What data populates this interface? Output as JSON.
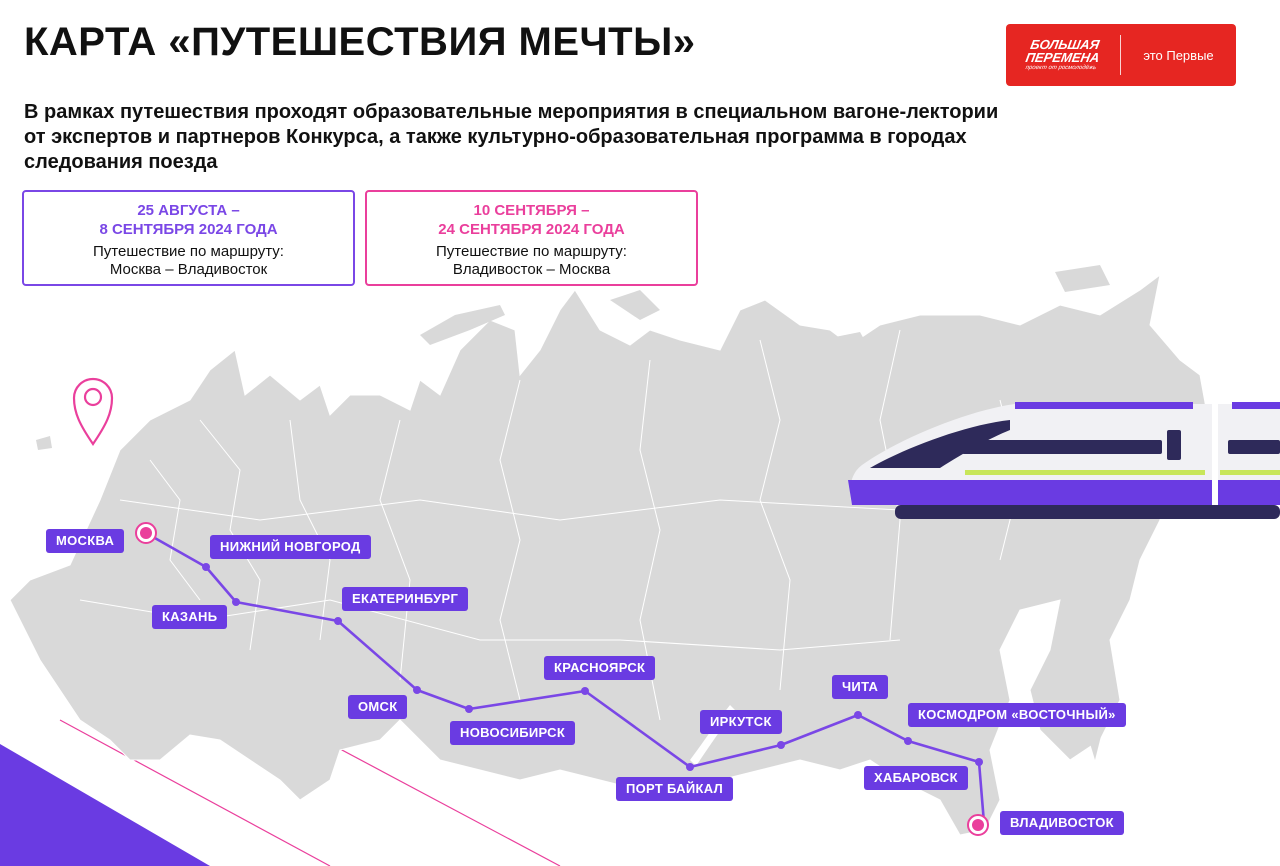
{
  "header": {
    "title": "КАРТА «ПУТЕШЕСТВИЯ МЕЧТЫ»",
    "lead_line1": "В рамках путешествия проходят образовательные мероприятия в специальном вагоне-лектории",
    "lead_line2": "от экспертов и партнеров Конкурса, а также культурно-образовательная программа в городах",
    "lead_line3": "следования поезда"
  },
  "logo": {
    "brand_line1": "БОЛЬШАЯ",
    "brand_line2": "ПЕРЕМЕНА",
    "brand_line3": "проект от росмолодёжь",
    "tagline": "это Первые"
  },
  "trips": [
    {
      "date_line1": "25 АВГУСТА –",
      "date_line2": "8 СЕНТЯБРЯ 2024 ГОДА",
      "route_label": "Путешествие по маршруту:",
      "route": "Москва – Владивосток"
    },
    {
      "date_line1": "10 СЕНТЯБРЯ –",
      "date_line2": "24 СЕНТЯБРЯ 2024 ГОДА",
      "route_label": "Путешествие по маршруту:",
      "route": "Владивосток – Москва"
    }
  ],
  "cities": [
    "МОСКВА",
    "НИЖНИЙ НОВГОРОД",
    "КАЗАНЬ",
    "ЕКАТЕРИНБУРГ",
    "ОМСК",
    "НОВОСИБИРСК",
    "КРАСНОЯРСК",
    "ПОРТ БАЙКАЛ",
    "ИРКУТСК",
    "ЧИТА",
    "КОСМОДРОМ «ВОСТОЧНЫЙ»",
    "ХАБАРОВСК",
    "ВЛАДИВОСТОК"
  ],
  "colors": {
    "accent_purple": "#6a3be2",
    "accent_pink": "#ea3f9c",
    "brand_red": "#e62622",
    "map_land": "#d9d9d9",
    "train_lime": "#c8e65a"
  },
  "icons": [
    "location-pin-icon",
    "train-icon"
  ]
}
